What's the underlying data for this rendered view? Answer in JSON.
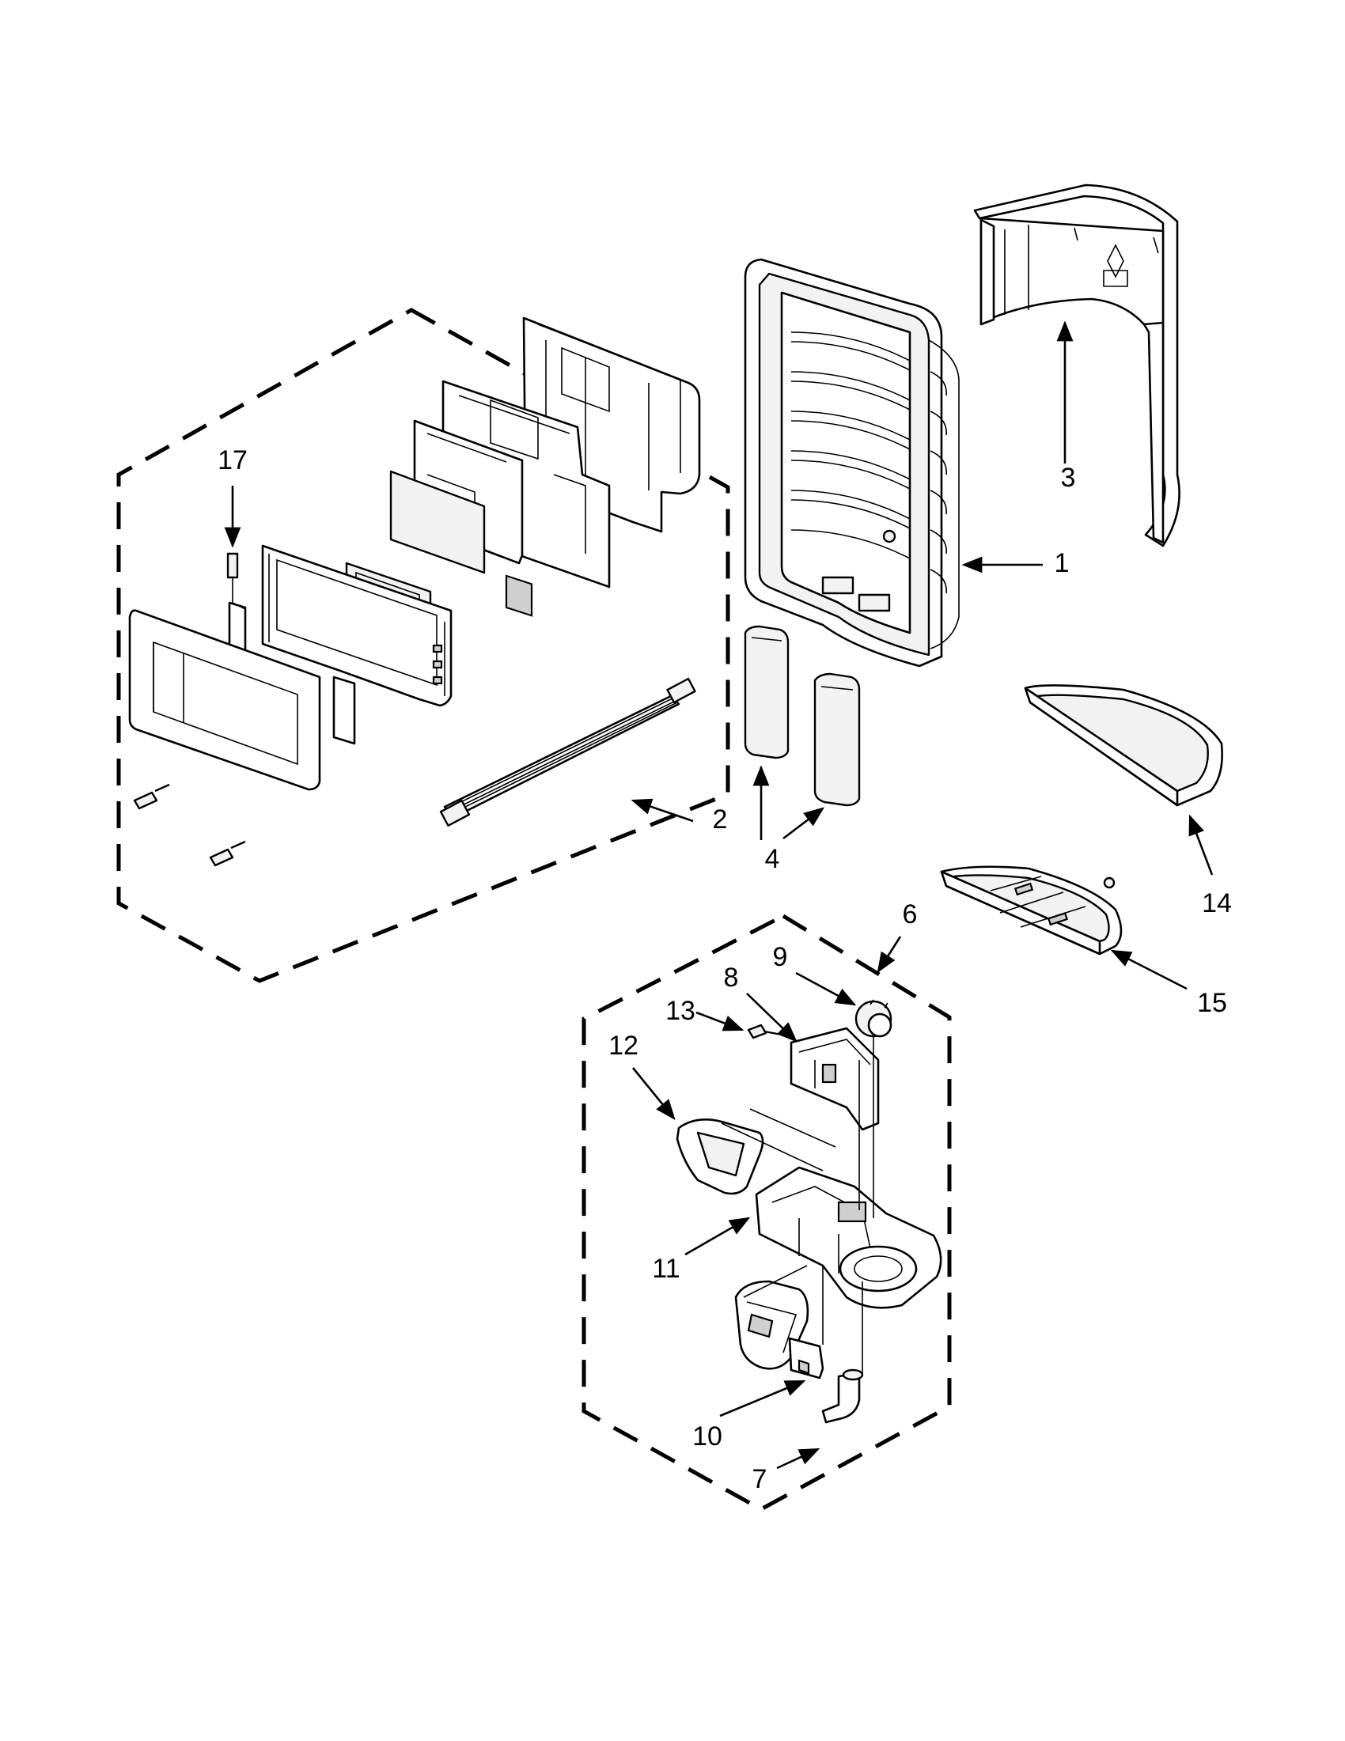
{
  "callouts": {
    "c1": "1",
    "c2": "2",
    "c3": "3",
    "c4": "4",
    "c6": "6",
    "c7": "7",
    "c8": "8",
    "c9": "9",
    "c10": "10",
    "c11": "11",
    "c12": "12",
    "c13": "13",
    "c14": "14",
    "c15": "15",
    "c17": "17"
  }
}
